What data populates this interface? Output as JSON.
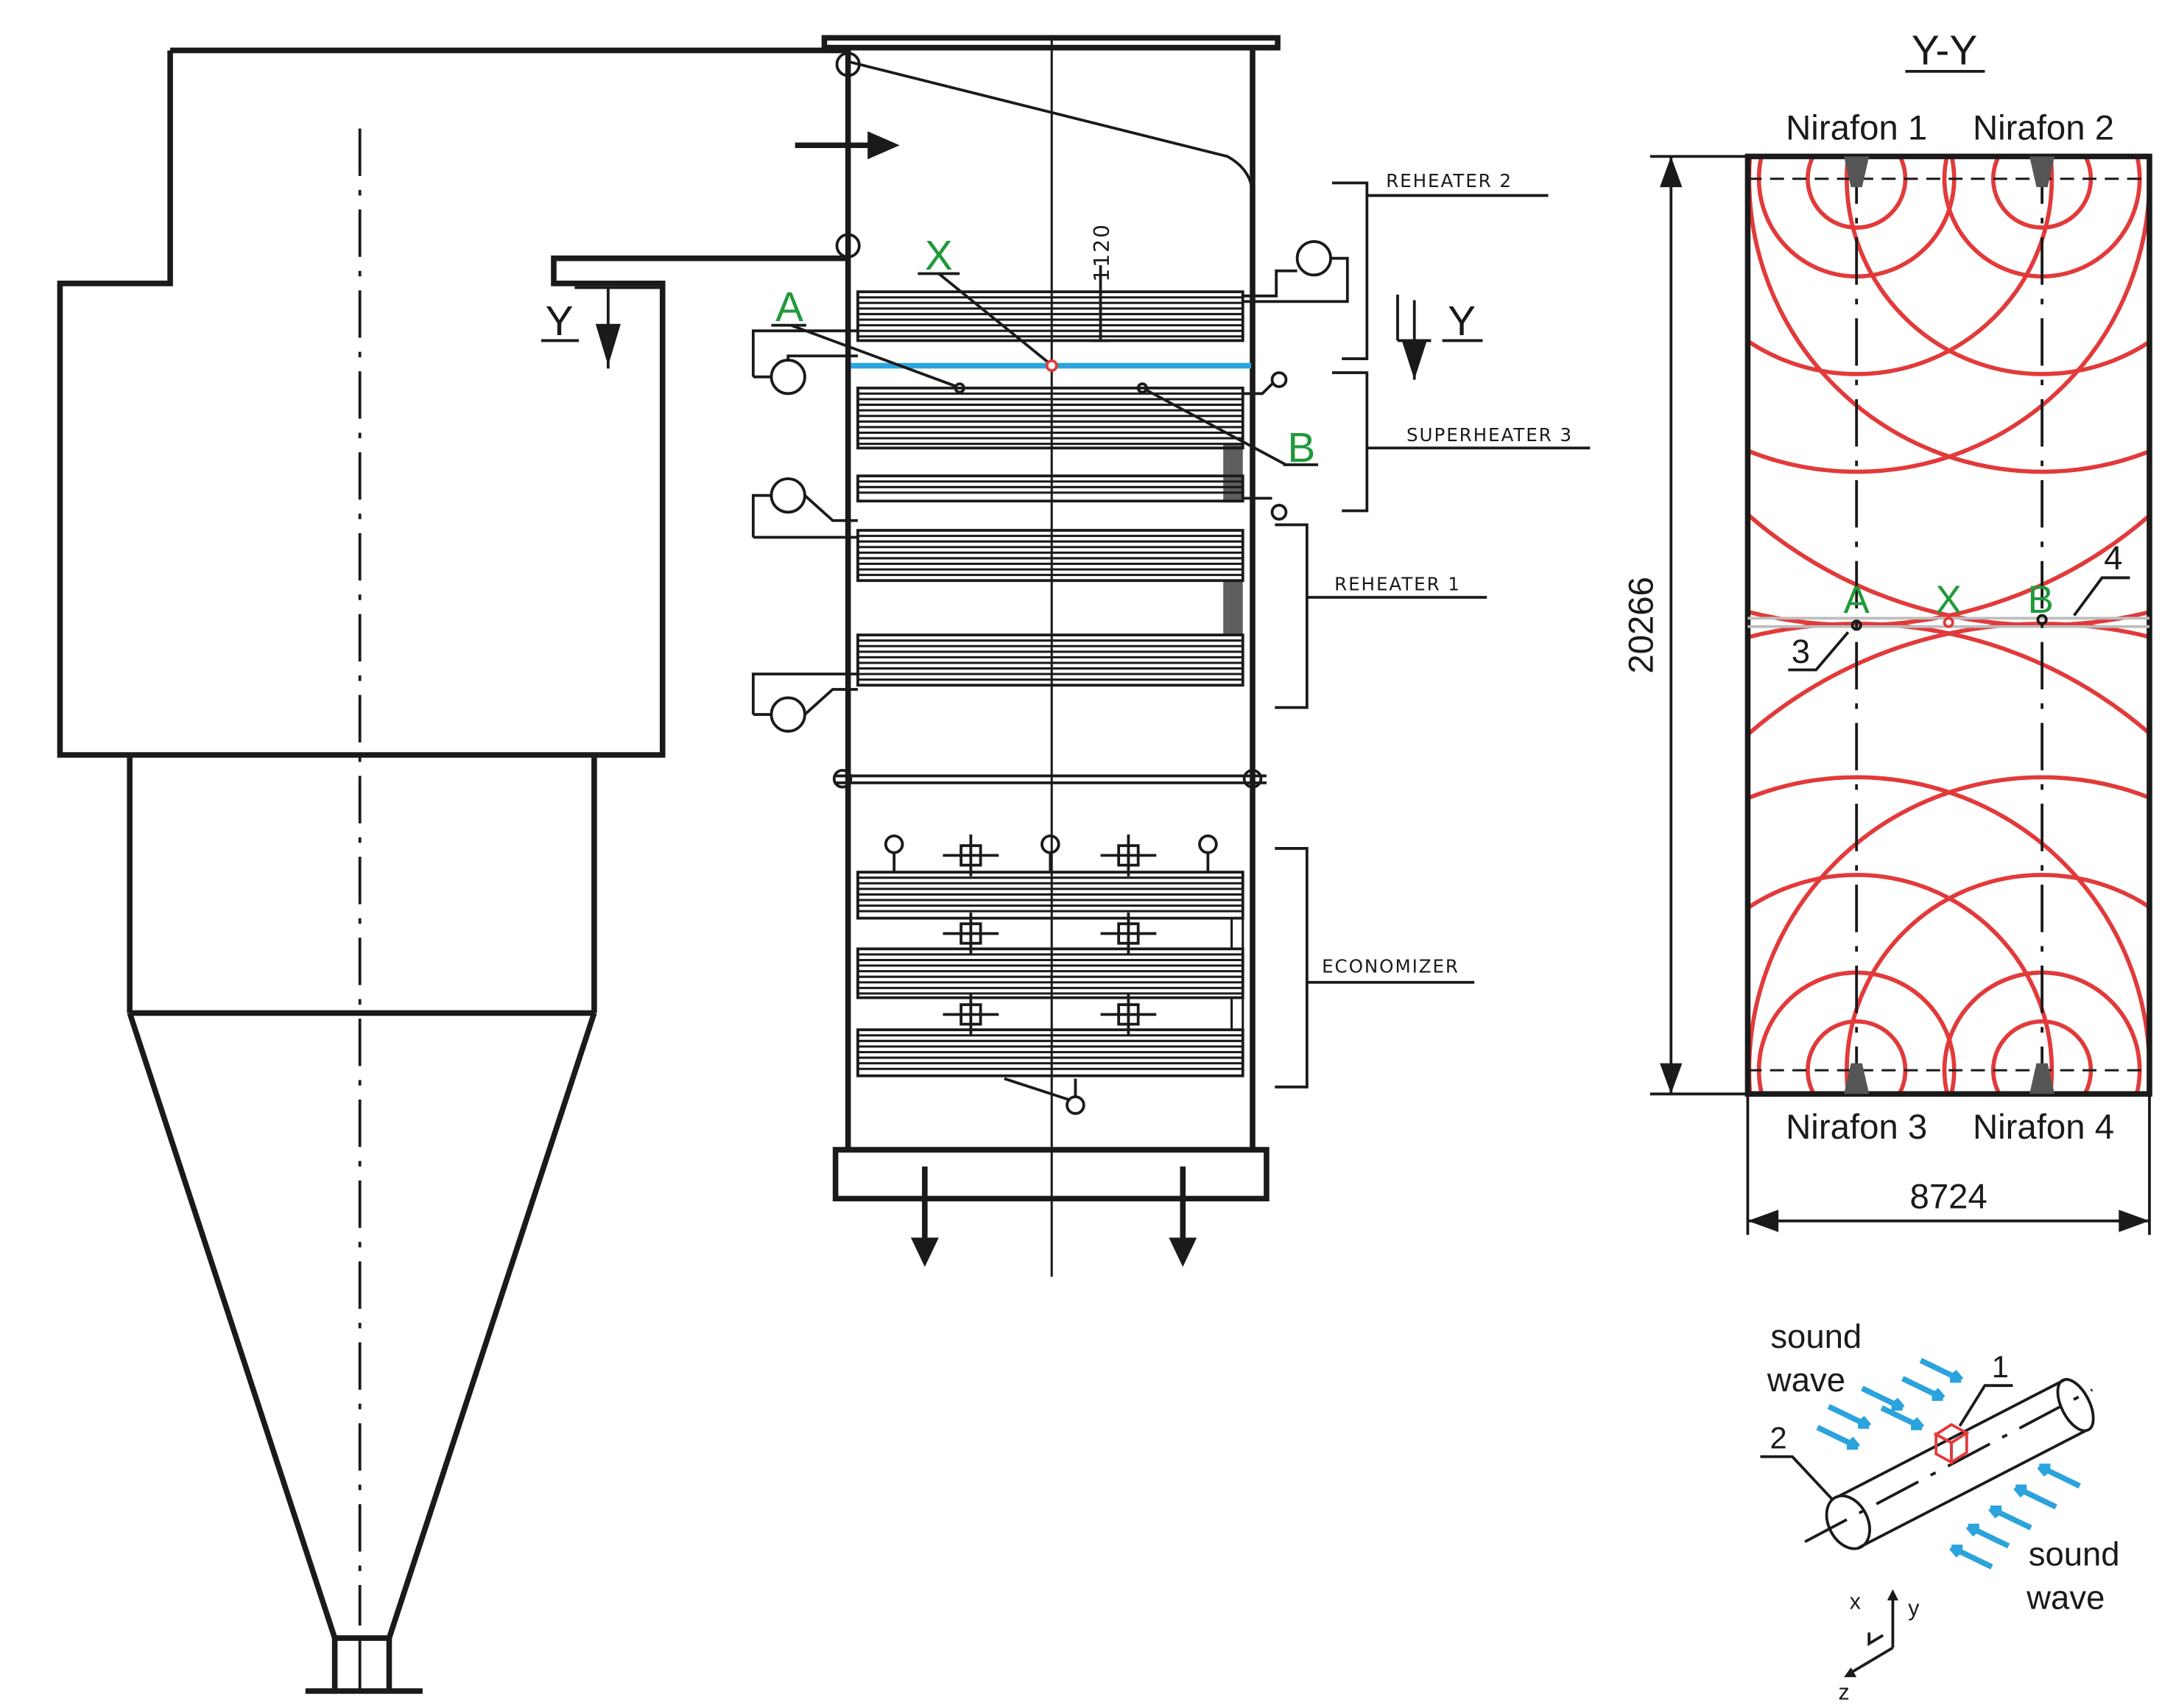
{
  "labels": {
    "section_title": "Y-Y",
    "section_marker_left": "Y",
    "section_marker_right": "Y",
    "dim_1120": "1120",
    "point_x": "X",
    "point_a": "A",
    "point_b": "B",
    "reheater_2": "REHEATER 2",
    "superheater_3": "SUPERHEATER 3",
    "reheater_1": "REHEATER 1",
    "economizer": "ECONOMIZER"
  },
  "section": {
    "nirafon_1": "Nirafon 1",
    "nirafon_2": "Nirafon 2",
    "nirafon_3": "Nirafon 3",
    "nirafon_4": "Nirafon 4",
    "height_dim": "20266",
    "width_dim": "8724",
    "point_a": "A",
    "point_x": "X",
    "point_b": "B",
    "callout_3": "3",
    "callout_4": "4"
  },
  "inset": {
    "sound_wave_top_line1": "sound",
    "sound_wave_top_line2": "wave",
    "sound_wave_bottom_line1": "sound",
    "sound_wave_bottom_line2": "wave",
    "callout_1": "1",
    "callout_2": "2",
    "axis_x": "x",
    "axis_y": "y",
    "axis_z": "z"
  },
  "colors": {
    "line": "#1a1a1a",
    "acoustic_waves": "#e23a3a",
    "point_labels": "#1f9a3a",
    "measurement_plane": "#2ba3dd"
  }
}
